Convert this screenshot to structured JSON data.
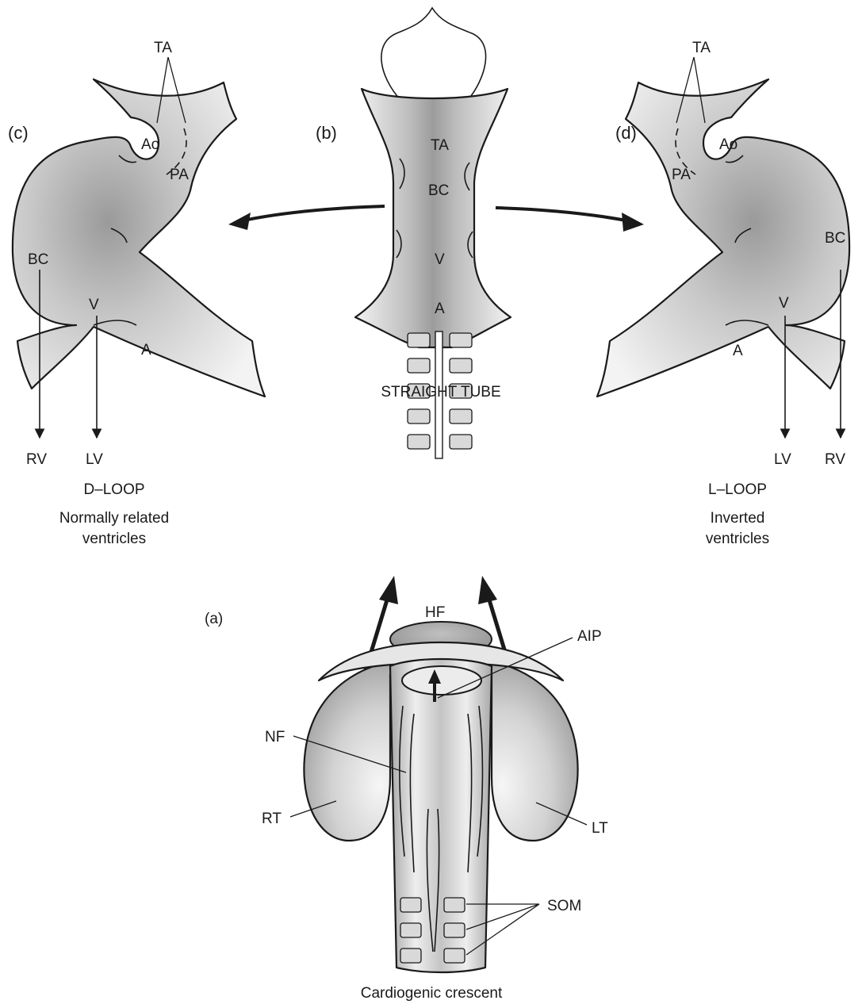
{
  "panels": {
    "c": {
      "panel_label": "(c)",
      "labels": {
        "ta": "TA",
        "ao": "Ao",
        "pa": "PA",
        "bc": "BC",
        "v": "V",
        "a": "A",
        "rv": "RV",
        "lv": "LV"
      },
      "caption_title": "D–LOOP",
      "caption_line1": "Normally related",
      "caption_line2": "ventricles"
    },
    "b": {
      "panel_label": "(b)",
      "labels": {
        "ta": "TA",
        "bc": "BC",
        "v": "V",
        "a": "A"
      },
      "caption": "STRAIGHT TUBE"
    },
    "d": {
      "panel_label": "(d)",
      "labels": {
        "ta": "TA",
        "ao": "Ao",
        "pa": "PA",
        "bc": "BC",
        "v": "V",
        "a": "A",
        "lv": "LV",
        "rv": "RV"
      },
      "caption_title": "L–LOOP",
      "caption_line1": "Inverted",
      "caption_line2": "ventricles"
    },
    "a": {
      "panel_label": "(a)",
      "labels": {
        "hf": "HF",
        "aip": "AIP",
        "nf": "NF",
        "rt": "RT",
        "lt": "LT",
        "som": "SOM"
      },
      "caption": "Cardiogenic crescent"
    }
  },
  "colors": {
    "ink": "#1a1a1a",
    "shade": "#9a9a9a",
    "highlight": "#f4f4f4"
  }
}
